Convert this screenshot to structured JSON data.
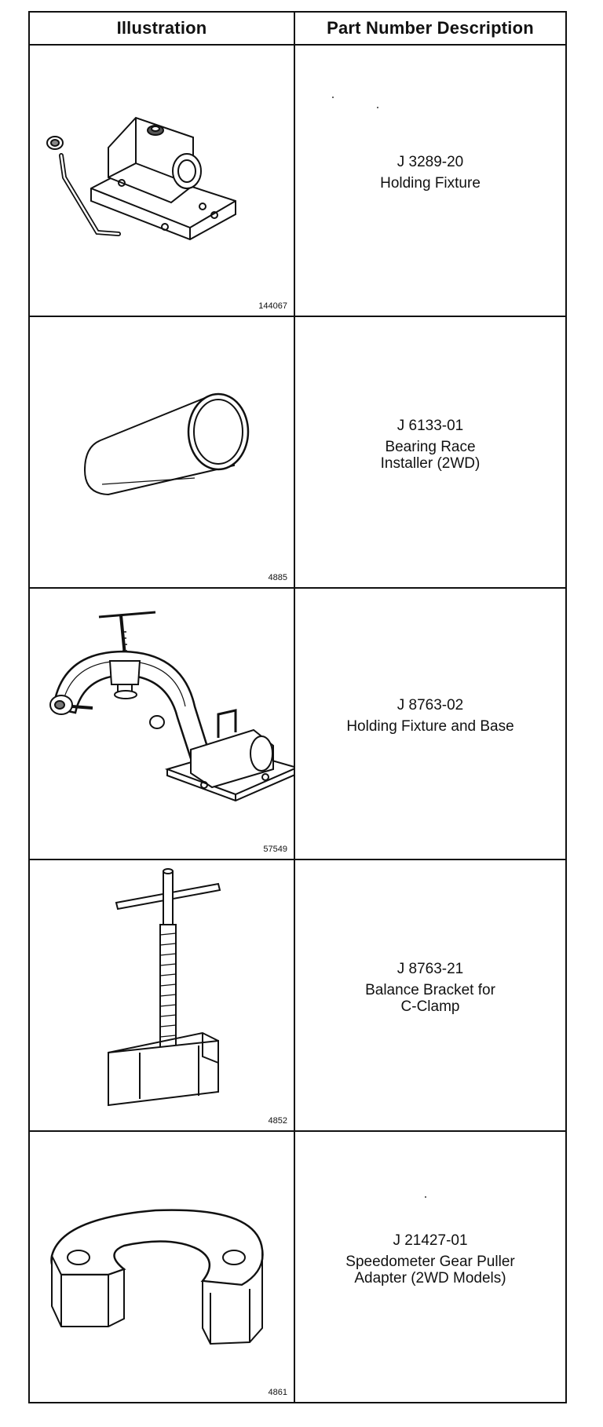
{
  "table": {
    "headers": {
      "illustration": "Illustration",
      "description": "Part Number Description"
    },
    "rows": [
      {
        "figure_number": "144067",
        "part_number": "J 3289-20",
        "description": "Holding Fixture",
        "illustration_icon": "holding-fixture-icon"
      },
      {
        "figure_number": "4885",
        "part_number": "J 6133-01",
        "description": "Bearing Race\nInstaller (2WD)",
        "illustration_icon": "bearing-race-installer-icon"
      },
      {
        "figure_number": "57549",
        "part_number": "J 8763-02",
        "description": "Holding Fixture and Base",
        "illustration_icon": "holding-fixture-base-icon"
      },
      {
        "figure_number": "4852",
        "part_number": "J 8763-21",
        "description": "Balance Bracket for\nC-Clamp",
        "illustration_icon": "balance-bracket-icon"
      },
      {
        "figure_number": "4861",
        "part_number": "J 21427-01",
        "description": "Speedometer Gear Puller\nAdapter (2WD Models)",
        "illustration_icon": "gear-puller-adapter-icon"
      }
    ]
  }
}
